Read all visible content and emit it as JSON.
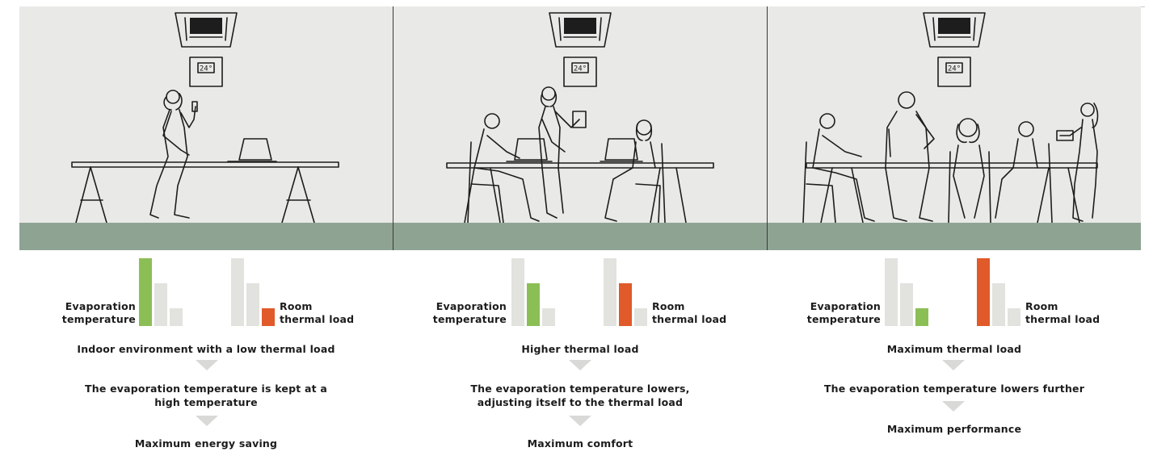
{
  "colors": {
    "green": "#8bbf56",
    "orange": "#e05a2a",
    "gray": "#e2e2df",
    "floor": "#8fa393",
    "wall": "#e9e9e7"
  },
  "thermostat_reading": "24°",
  "panels": [
    {
      "evap_label_1": "Evaporation",
      "evap_label_2": "temperature",
      "room_label_1": "Room",
      "room_label_2": "thermal load",
      "evaporation_level": 3,
      "thermal_load_level": 1,
      "steps": [
        "Indoor environment with a low thermal load",
        "The evaporation temperature is kept at a high temperature",
        "Maximum energy saving"
      ]
    },
    {
      "evap_label_1": "Evaporation",
      "evap_label_2": "temperature",
      "room_label_1": "Room",
      "room_label_2": "thermal load",
      "evaporation_level": 2,
      "thermal_load_level": 2,
      "steps": [
        "Higher thermal load",
        "The evaporation temperature lowers, adjusting itself to the thermal load",
        "Maximum comfort"
      ]
    },
    {
      "evap_label_1": "Evaporation",
      "evap_label_2": "temperature",
      "room_label_1": "Room",
      "room_label_2": "thermal load",
      "evaporation_level": 1,
      "thermal_load_level": 3,
      "steps": [
        "Maximum thermal load",
        "The evaporation temperature lowers further",
        "Maximum performance"
      ]
    }
  ]
}
